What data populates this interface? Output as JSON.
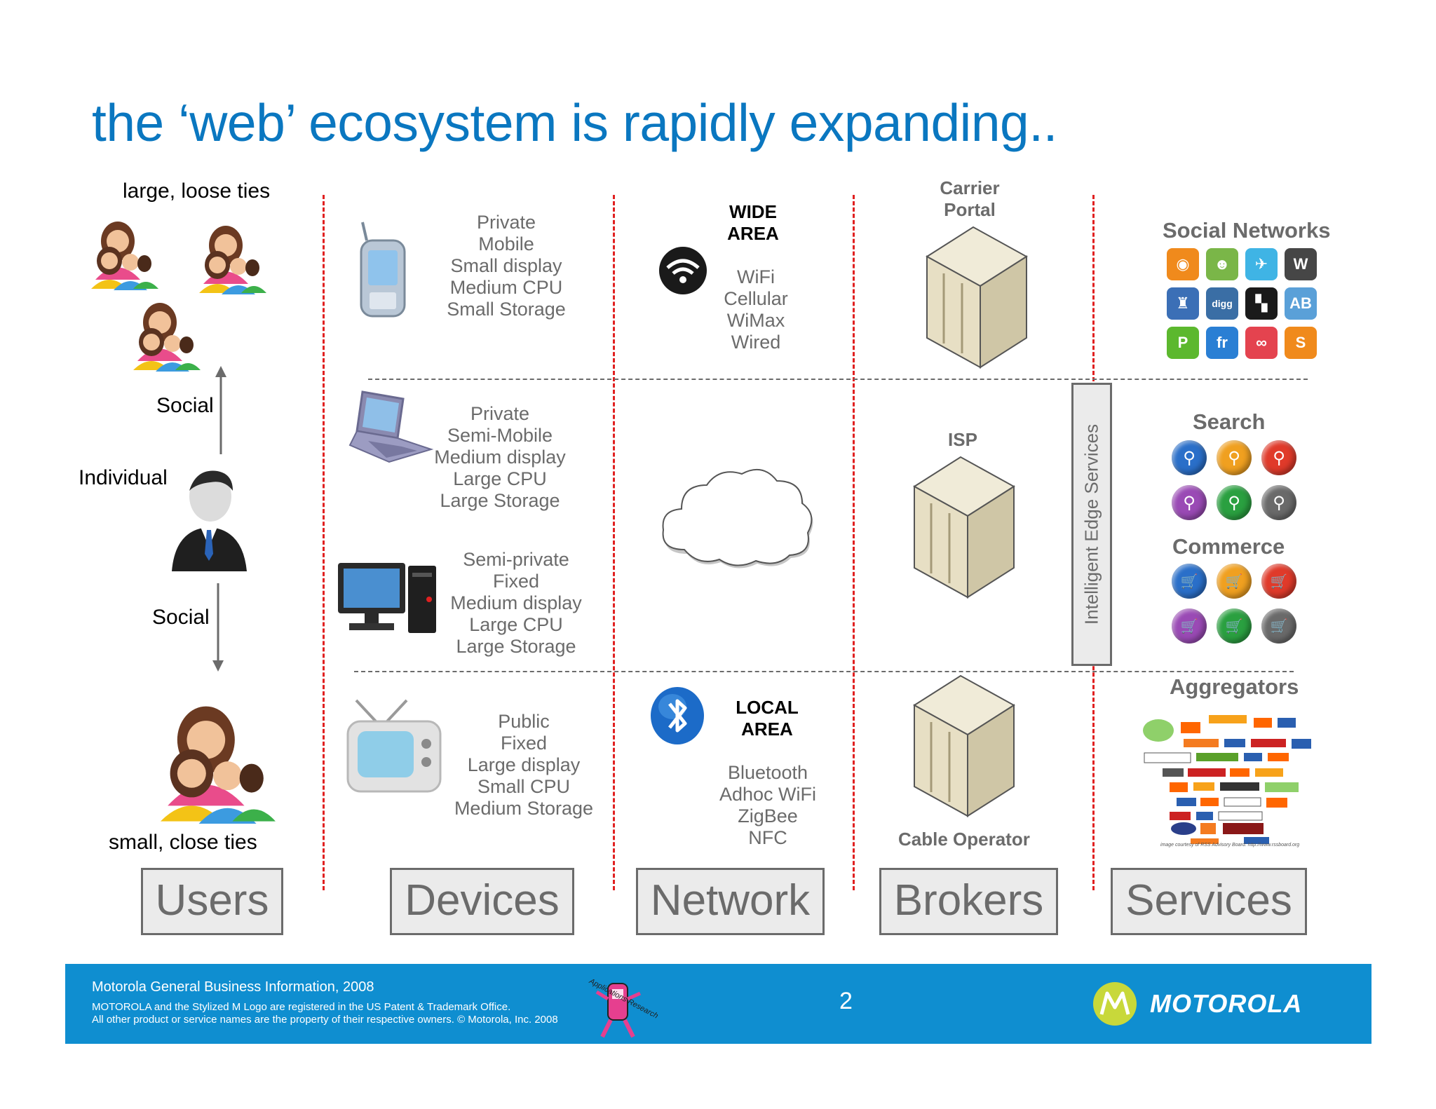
{
  "title": "the ‘web’ ecosystem is rapidly expanding..",
  "users": {
    "top_label": "large, loose ties",
    "social_up": "Social",
    "individual": "Individual",
    "social_down": "Social",
    "bottom_label": "small, close ties"
  },
  "devices": {
    "mobile": [
      "Private",
      "Mobile",
      "Small display",
      "Medium CPU",
      "Small Storage"
    ],
    "laptop": [
      "Private",
      "Semi-Mobile",
      "Medium display",
      "Large CPU",
      "Large Storage"
    ],
    "desktop": [
      "Semi-private",
      "Fixed",
      "Medium display",
      "Large CPU",
      "Large Storage"
    ],
    "tv": [
      "Public",
      "Fixed",
      "Large display",
      "Small CPU",
      "Medium Storage"
    ]
  },
  "network": {
    "wide_title": [
      "WIDE",
      "AREA"
    ],
    "wide_items": [
      "WiFi",
      "Cellular",
      "WiMax",
      "Wired"
    ],
    "local_title": [
      "LOCAL",
      "AREA"
    ],
    "local_items": [
      "Bluetooth",
      "Adhoc WiFi",
      "ZigBee",
      "NFC"
    ]
  },
  "brokers": {
    "carrier": [
      "Carrier",
      "Portal"
    ],
    "isp": "ISP",
    "cable": "Cable Operator"
  },
  "intelligent_edge": "Intelligent Edge Services",
  "services": {
    "social": "Social Networks",
    "search": "Search",
    "commerce": "Commerce",
    "aggregators": "Aggregators",
    "aggregator_credit": "image courtesy of RSS Advisory Board: http://www.rssboard.org",
    "social_tiles": [
      {
        "glyph": "◉",
        "color": "#f08a1c"
      },
      {
        "glyph": "☻",
        "color": "#7ab648"
      },
      {
        "glyph": "✈",
        "color": "#3fb4e5"
      },
      {
        "glyph": "W",
        "color": "#464646"
      },
      {
        "glyph": "♜",
        "color": "#3b6fb6"
      },
      {
        "glyph": "digg",
        "color": "#3a6ea5"
      },
      {
        "glyph": "▚",
        "color": "#1a1a1a"
      },
      {
        "glyph": "AB",
        "color": "#5aa0d8"
      },
      {
        "glyph": "P",
        "color": "#5cb82e"
      },
      {
        "glyph": "fr",
        "color": "#2a7fd4"
      },
      {
        "glyph": "∞",
        "color": "#e4434f"
      },
      {
        "glyph": "S",
        "color": "#f08a1c"
      }
    ],
    "search_colors": [
      "#2a6fc9",
      "#f0a020",
      "#e03a2a",
      "#9a4ab5",
      "#2aa040",
      "#6a6a6a"
    ],
    "commerce_colors": [
      "#2a6fc9",
      "#f0a020",
      "#e03a2a",
      "#9a4ab5",
      "#2aa040",
      "#6a6a6a"
    ]
  },
  "categories": [
    "Users",
    "Devices",
    "Network",
    "Brokers",
    "Services"
  ],
  "footer": {
    "line1": "Motorola General Business Information,  2008",
    "line2": "MOTOROLA and the Stylized M Logo are registered in the US Patent & Trademark Office.",
    "line3": "All other product or service names are the property of their respective owners. © Motorola, Inc. 2008",
    "page": "2",
    "brand": "MOTOROLA",
    "mascot": "Applications Research"
  },
  "colors": {
    "title": "#0a77c0",
    "divider": "#e02020",
    "footer_bg": "#0f8ed0"
  }
}
